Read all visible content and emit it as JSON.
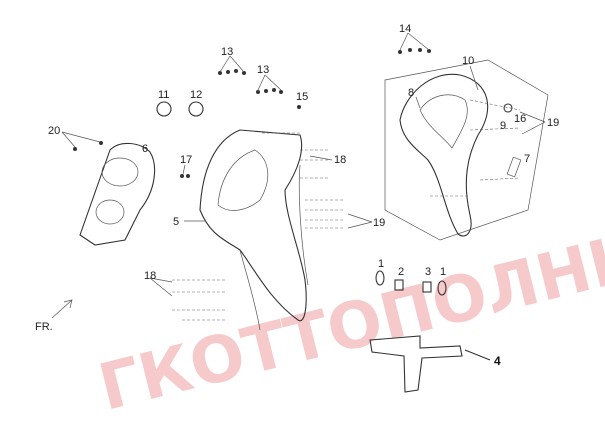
{
  "watermark": "ГКОТТОПОЛНЫЕ",
  "front_indicator": "FR.",
  "callouts": {
    "c1": "1",
    "c1b": "1",
    "c2": "2",
    "c3": "3",
    "c4": "4",
    "c5": "5",
    "c6": "6",
    "c7": "7",
    "c8": "8",
    "c9": "9",
    "c10": "10",
    "c11": "11",
    "c12": "12",
    "c13a": "13",
    "c13b": "13",
    "c14": "14",
    "c15": "15",
    "c16": "16",
    "c17": "17",
    "c18a": "18",
    "c18b": "18",
    "c19a": "19",
    "c19b": "19",
    "c20": "20"
  }
}
